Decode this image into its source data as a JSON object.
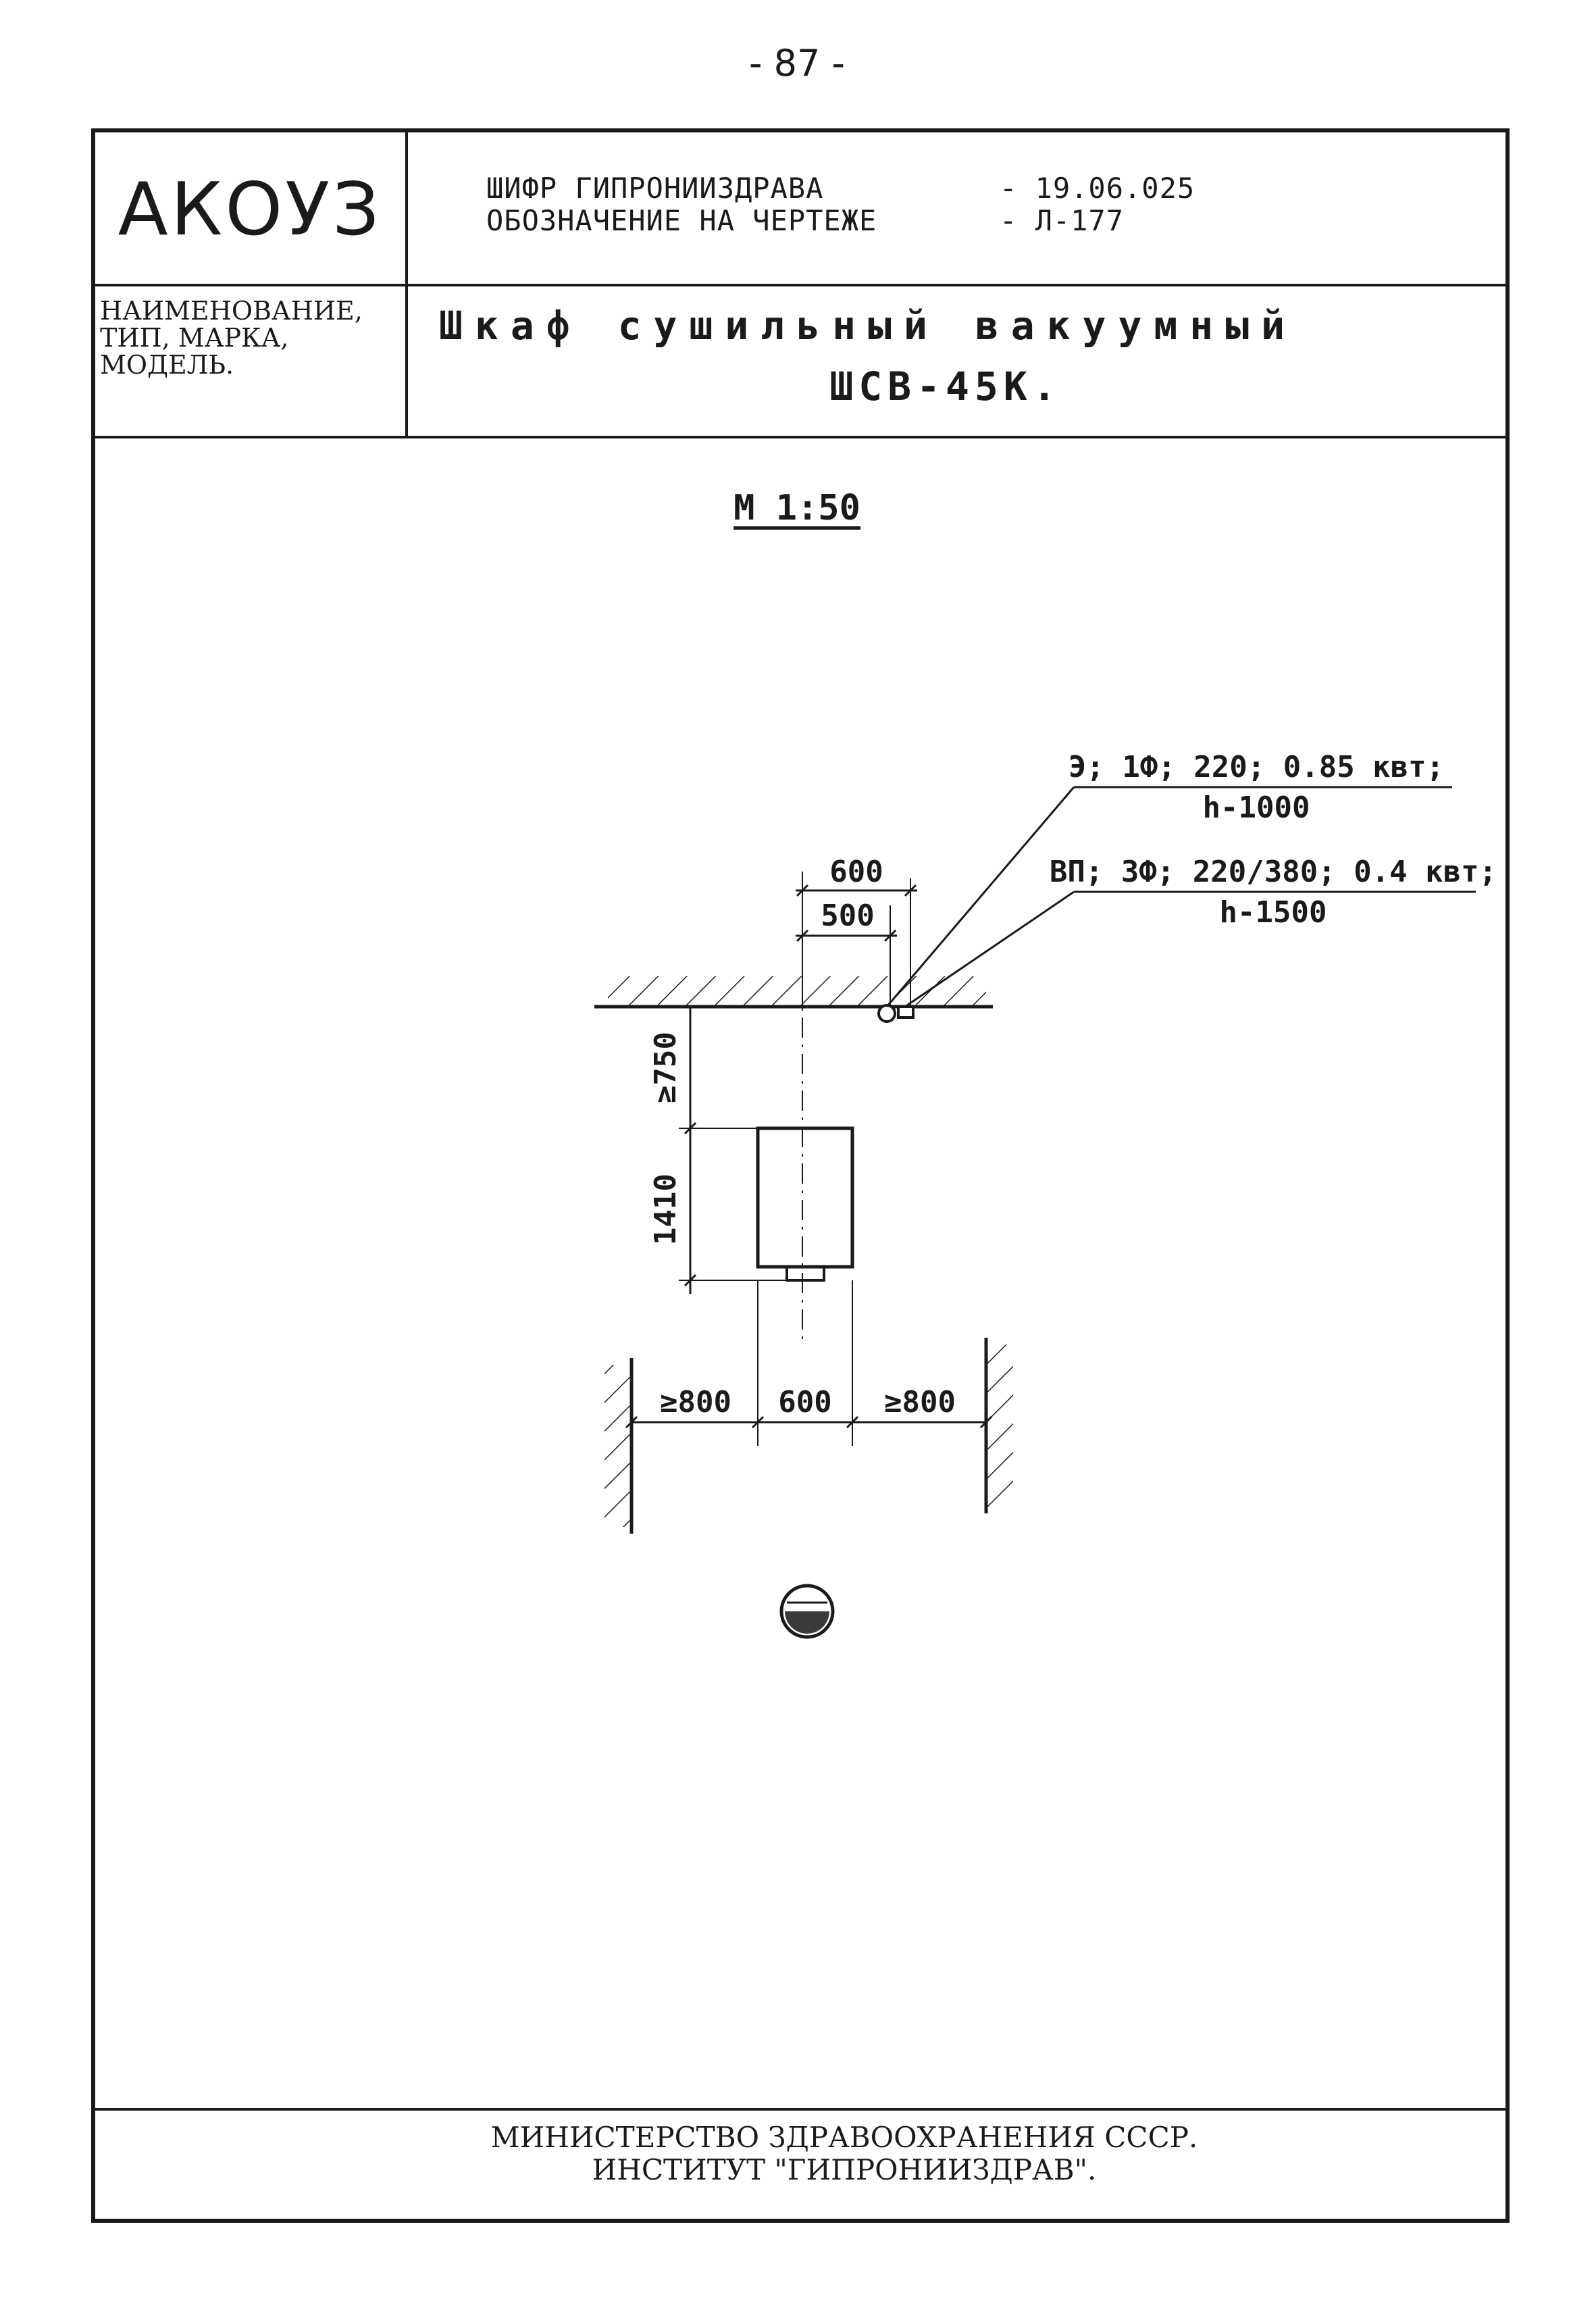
{
  "page_number": "- 87 -",
  "header": {
    "logo": "АКОУЗ",
    "code_label": "ШИФР ГИПРОНИИЗДРАВА",
    "code_value": "- 19.06.025",
    "designation_label": "ОБОЗНАЧЕНИЕ НА ЧЕРТЕЖЕ",
    "designation_value": "- Л-177"
  },
  "name_block": {
    "label": "НАИМЕНОВАНИЕ,\nТИП, МАРКА,\nМОДЕЛЬ.",
    "title_line1": "Шкаф сушильный вакуумный",
    "title_line2": "ШСВ-45К."
  },
  "drawing": {
    "scale": "М 1:50",
    "callout_1_line1": "Э; 1Ф; 220; 0.85 квт;",
    "callout_1_line2": "h-1000",
    "callout_2_line1": "ВП; 3Ф; 220/380; 0.4 квт;",
    "callout_2_line2": "h-1500",
    "dim_top_outer": "600",
    "dim_top_inner": "500",
    "dim_clearance_rear": "≥750",
    "dim_depth": "1410",
    "dim_side_left": "≥800",
    "dim_width": "600",
    "dim_side_right": "≥800"
  },
  "footer": {
    "line1": "МИНИСТЕРСТВО ЗДРАВООХРАНЕНИЯ СССР.",
    "line2": "ИНСТИТУТ \"ГИПРОНИИЗДРАВ\"."
  }
}
